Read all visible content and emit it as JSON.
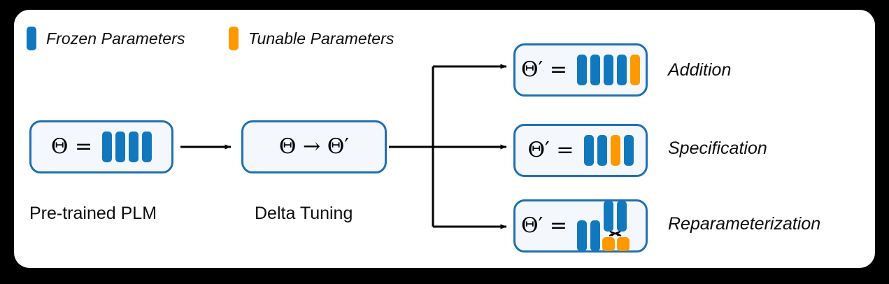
{
  "figure": {
    "background_color": "#000000",
    "panel_color": "#ffffff",
    "frozen_color": "#1278be",
    "tunable_color": "#ff9900",
    "box_border_color": "#1f6fb2",
    "box_fill_color": "#f4f8fc",
    "connector_color": "#000000"
  },
  "legend": {
    "items": [
      {
        "label": "Frozen Parameters",
        "color": "#1278be",
        "name": "frozen"
      },
      {
        "label": "Tunable Parameters",
        "color": "#ff9900",
        "name": "tunable"
      }
    ]
  },
  "nodes": {
    "plm": {
      "equation": "Θ =",
      "caption": "Pre-trained PLM",
      "bars": [
        "frozen",
        "frozen",
        "frozen",
        "frozen"
      ]
    },
    "delta": {
      "equation": "Θ → Θ′",
      "caption": "Delta Tuning"
    },
    "addition": {
      "equation": "Θ′ =",
      "caption": "Addition",
      "bars": [
        "frozen",
        "frozen",
        "frozen",
        "frozen",
        "tunable"
      ]
    },
    "specification": {
      "equation": "Θ′ =",
      "caption": "Specification",
      "bars": [
        "frozen",
        "frozen",
        "tunable",
        "frozen"
      ]
    },
    "reparameterization": {
      "equation": "Θ′ =",
      "caption": "Reparameterization",
      "bars": [
        "frozen",
        "frozen"
      ],
      "tall_bars": [
        "frozen",
        "frozen"
      ],
      "small_squares": [
        "tunable",
        "tunable"
      ]
    }
  }
}
